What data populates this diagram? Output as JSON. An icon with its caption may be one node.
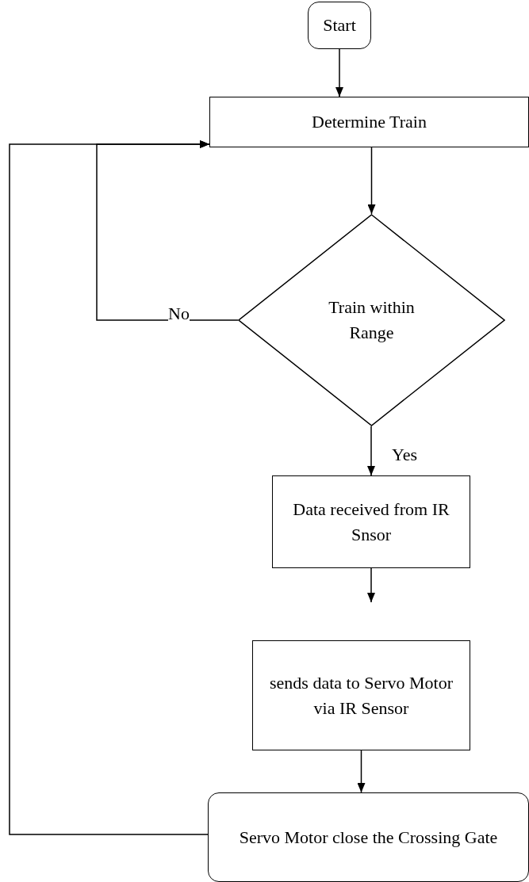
{
  "diagram": {
    "nodes": [
      {
        "text": [
          "Start"
        ]
      },
      {
        "text": [
          "Determine Train"
        ]
      },
      {
        "text": [
          "Train within Range"
        ]
      },
      {
        "text": [
          "Data received from IR Snsor"
        ]
      },
      {
        "text": [
          "sends data to Servo Motor via IR Sensor"
        ]
      },
      {
        "text": [
          "Servo Motor close the Crossing Gate"
        ]
      }
    ],
    "edges": [
      {
        "from": 0,
        "to": 1,
        "arrow": "to"
      },
      {
        "from": 1,
        "to": 2,
        "arrow": "to"
      },
      {
        "from": 2,
        "to": 1,
        "arrow": "to",
        "label": "No"
      },
      {
        "from": 2,
        "to": 3,
        "arrow": "to",
        "label": "Yes"
      },
      {
        "from": 3,
        "to": null,
        "arrow": "to"
      },
      {
        "from": 4,
        "to": 5,
        "arrow": "to"
      },
      {
        "from": 5,
        "to": 1,
        "arrow": "to"
      }
    ]
  }
}
